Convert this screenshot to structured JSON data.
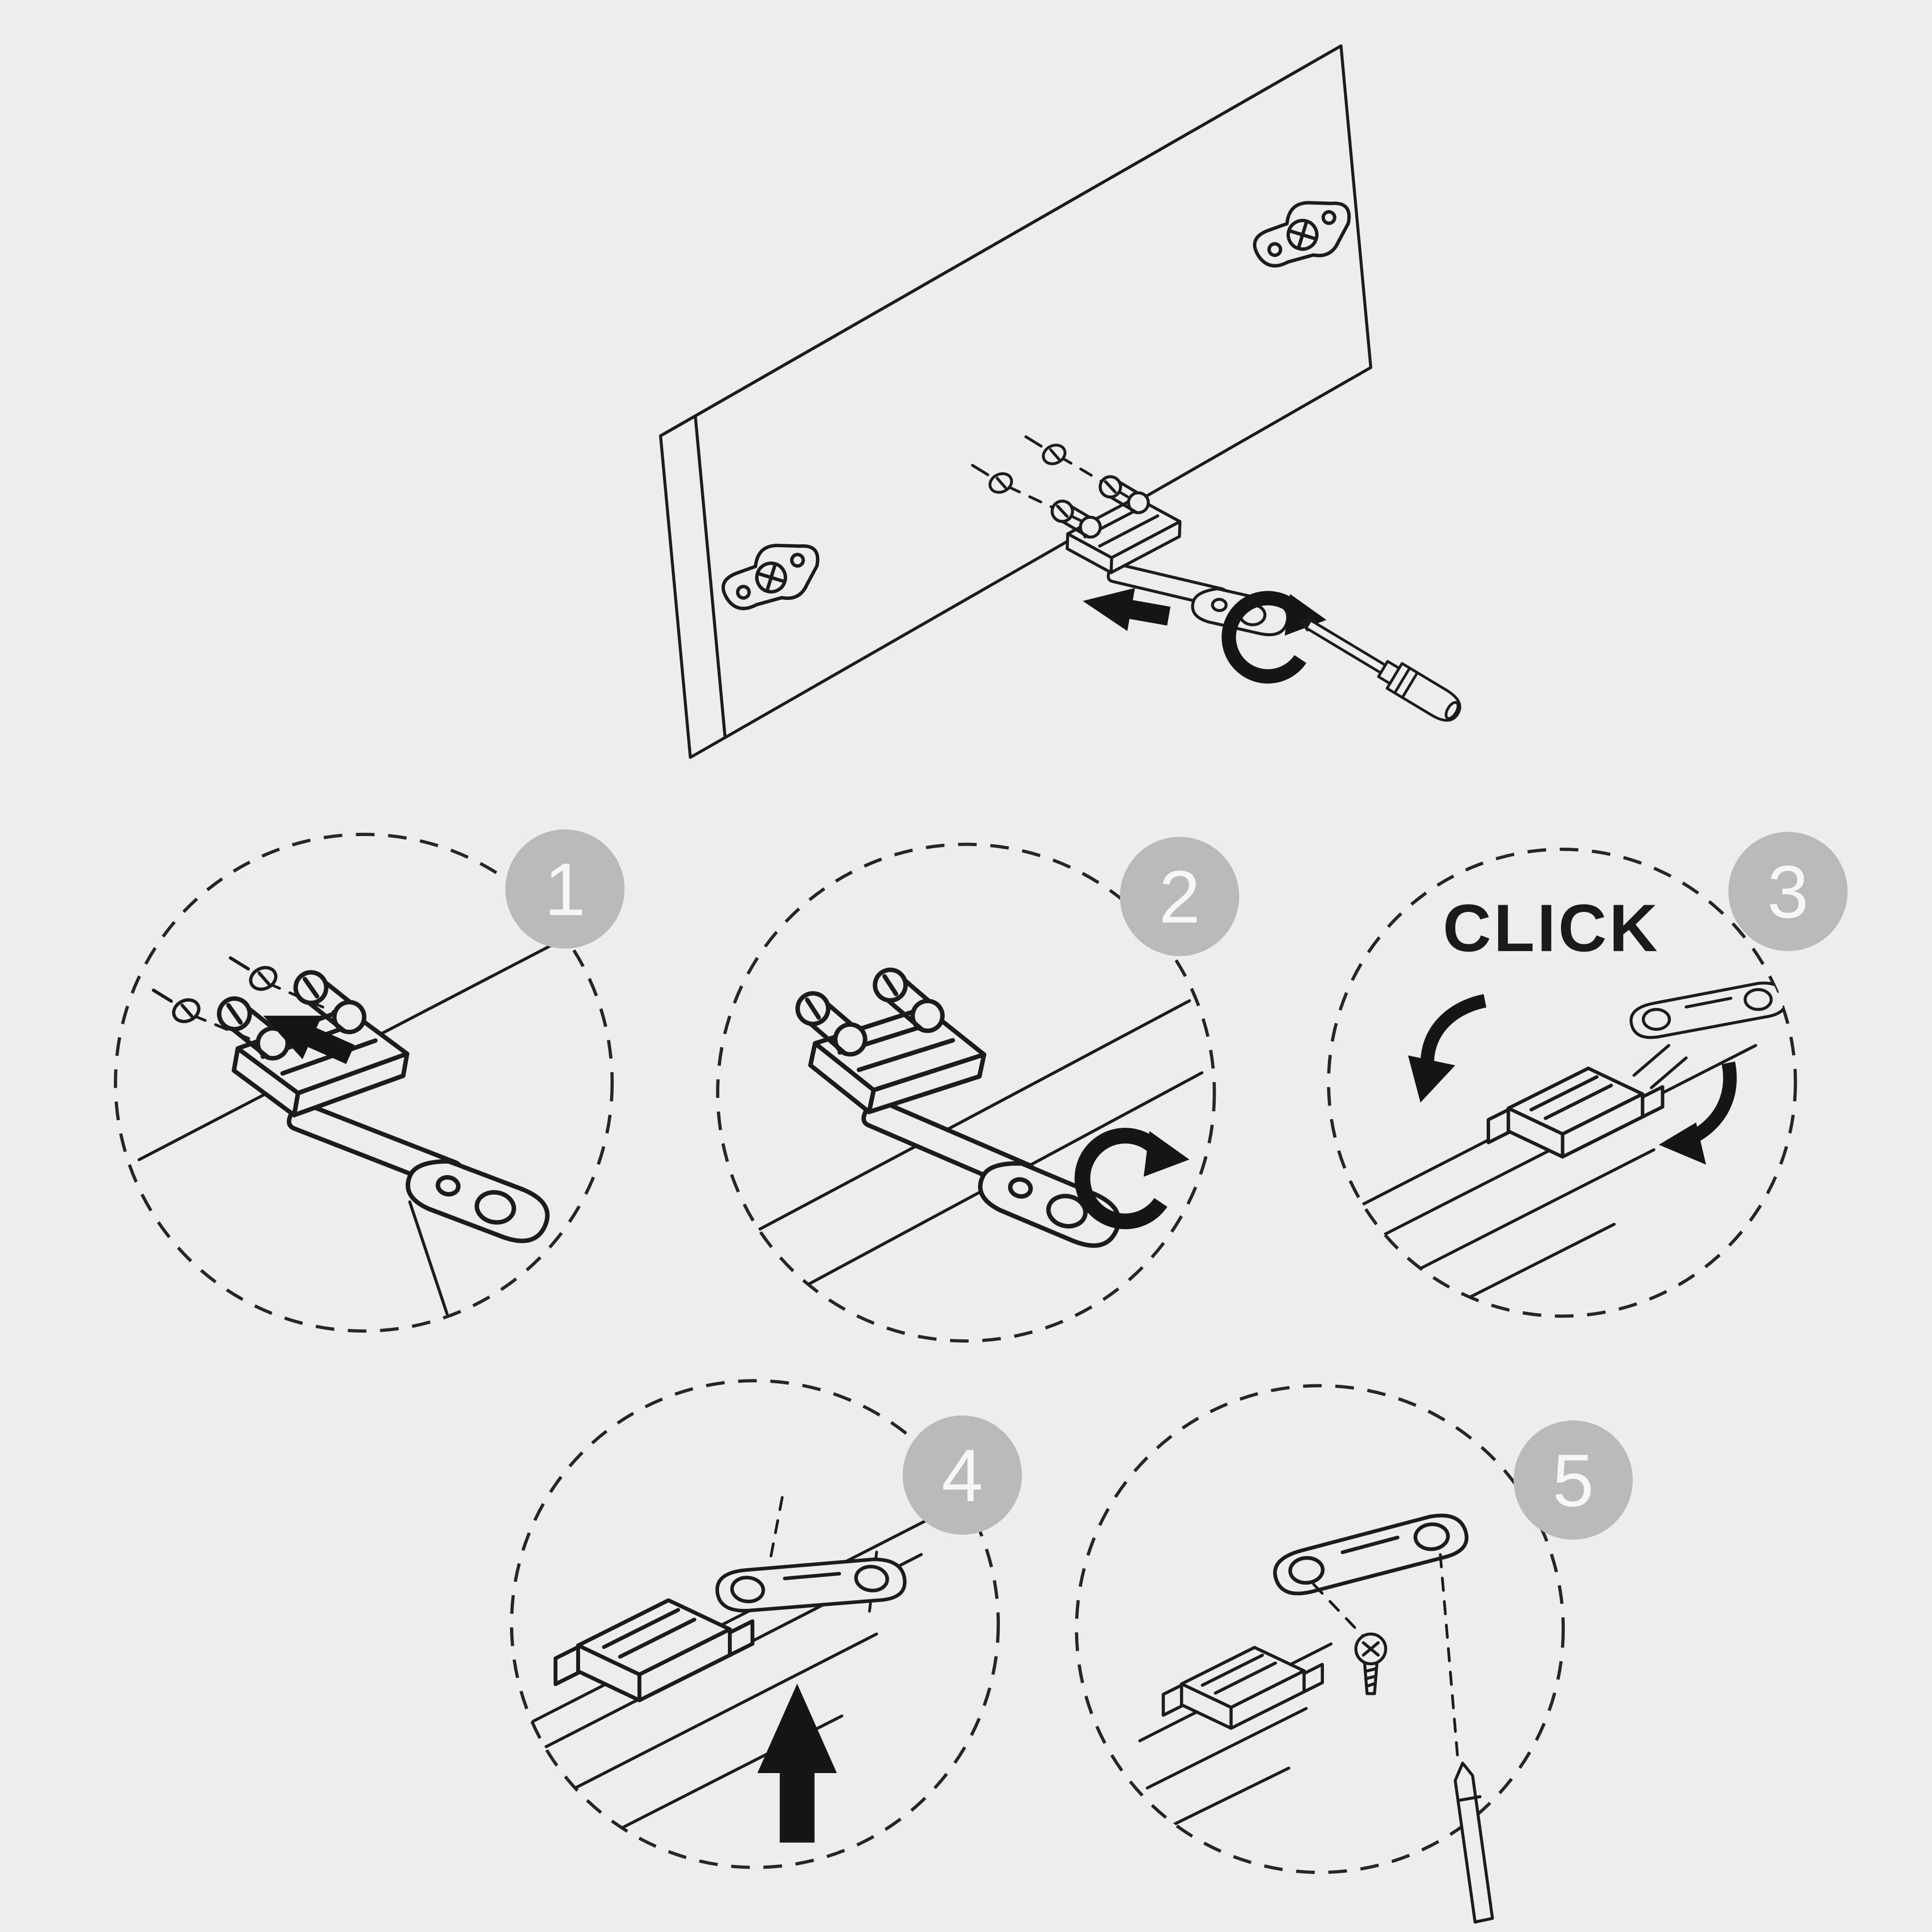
{
  "colors": {
    "background": "#ededed",
    "line": "#1c1c1c",
    "badge": "#b9b9b9",
    "badge_text": "#f6f6f6"
  },
  "steps": [
    {
      "number": "1"
    },
    {
      "number": "2"
    },
    {
      "number": "3",
      "callout": "CLICK"
    },
    {
      "number": "4"
    },
    {
      "number": "5"
    }
  ],
  "icons": {
    "slide_arrow": "left-arrow",
    "press_arrow": "up-arrow",
    "rotate_arrow": "curved-rotate-arrow",
    "snap_arrows": "curved-click-arrows",
    "screwdriver": "screwdriver",
    "bradawl": "bradawl"
  }
}
